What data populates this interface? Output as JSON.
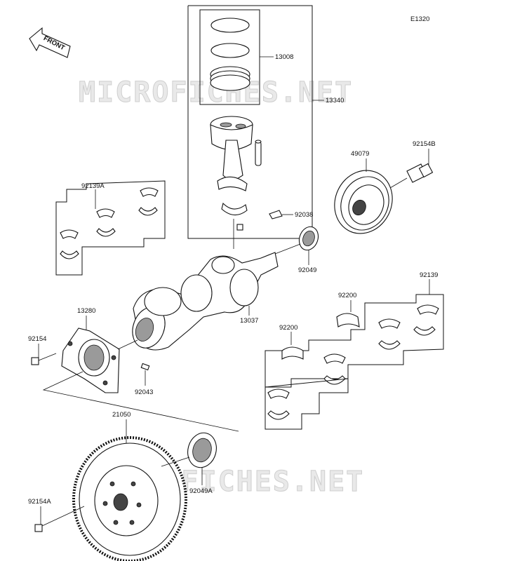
{
  "diagram": {
    "code": "E1320",
    "front_label": "FRONT",
    "watermark": "MICROFICHES.NET",
    "parts": {
      "p13008": "13008",
      "p13340": "13340",
      "p92154B": "92154B",
      "p49079": "49079",
      "p92139A": "92139A",
      "p92038": "92038",
      "p92049": "92049",
      "p92139": "92139",
      "p13280": "13280",
      "p92200a": "92200",
      "p92154": "92154",
      "p13037": "13037",
      "p92200b": "92200",
      "p92043": "92043",
      "p21050": "21050",
      "p92049A": "92049A",
      "p92154A": "92154A"
    }
  }
}
